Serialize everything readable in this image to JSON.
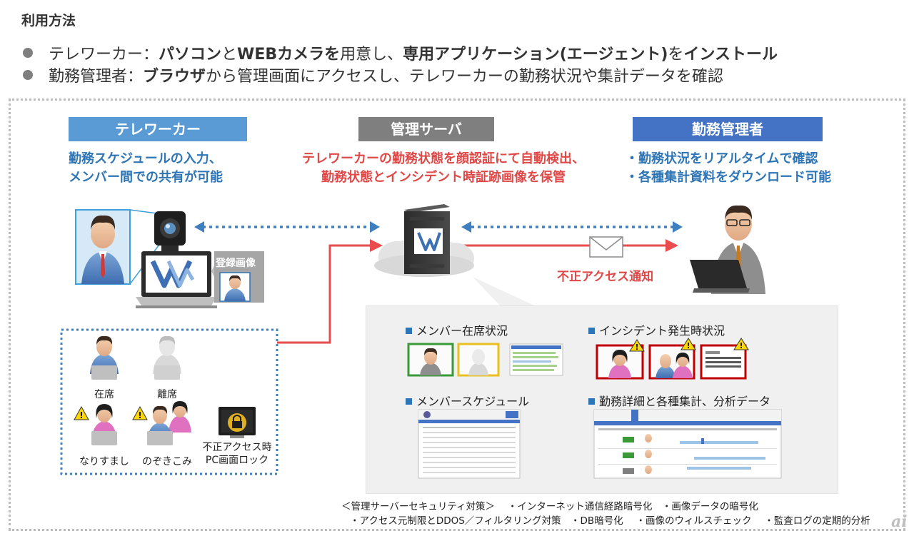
{
  "title": "利用方法",
  "bullets": [
    {
      "role": "テレワーカー：",
      "b1": "パソコン",
      "t1": "と",
      "b2": "WEBカメラを",
      "t2": "用意し、",
      "b3": "専用アプリケーション(エージェント)",
      "t3": "を",
      "b4": "インストール"
    },
    {
      "role": "勤務管理者：",
      "b1": "ブラウザ",
      "t1": "から管理画面にアクセスし、テレワーカーの勤務状況や集計データを確認"
    }
  ],
  "teleworker": {
    "header": "テレワーカー",
    "desc1": "勤務スケジュールの入力、",
    "desc2": "メンバー間での共有が可能",
    "header_color": "#5b9bd5"
  },
  "server": {
    "header": "管理サーバ",
    "desc1": "テレワーカーの勤務状態を顔認証にて自動検出、",
    "desc2": "勤務状態とインシデント時証跡画像を保管",
    "header_color": "#7f7f7f"
  },
  "manager": {
    "header": "勤務管理者",
    "desc1": "・勤務状況をリアルタイムで確認",
    "desc2": "・各種集計資料をダウンロード可能",
    "header_color": "#4472c4"
  },
  "registered_image_label": "登録画像",
  "alert_label": "不正アクセス通知",
  "states": [
    {
      "label": "在席"
    },
    {
      "label": "離席"
    },
    {
      "label": "なりすまし"
    },
    {
      "label": "のぞきこみ"
    },
    {
      "label": "不正アクセス時\nPC画面ロック",
      "line1": "不正アクセス時",
      "line2": "PC画面ロック"
    }
  ],
  "panel": {
    "sections": [
      "メンバー在席状況",
      "インシデント発生時状況",
      "メンバースケジュール",
      "勤務詳細と各種集計、分析データ"
    ]
  },
  "security": {
    "line1": "＜管理サーバーセキュリティ対策＞　 ・インターネット通信経路暗号化　・画像データの暗号化",
    "line2": "・アクセス元制限とDDOS／フィルタリング対策　・DB暗号化　 ・画像のウィルスチェック　 ・監査ログの定期的分析"
  },
  "colors": {
    "red": "#e84c4c",
    "blue_dotted": "#3f7fbf",
    "accent_blue": "#2e75b6",
    "frame_green": "#3a9a3a",
    "frame_yellow": "#e8c020",
    "frame_red": "#c00000"
  },
  "watermark": "ai"
}
